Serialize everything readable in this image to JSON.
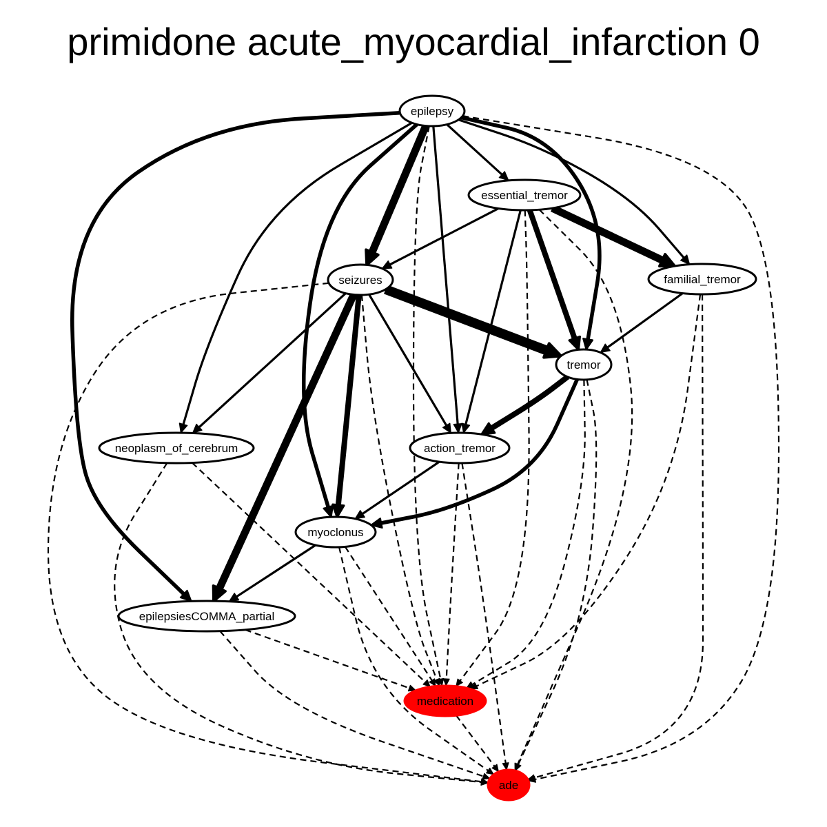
{
  "title": "primidone acute_myocardial_infarction 0",
  "colors": {
    "highlight_fill": "#ff0000",
    "node_fill": "#ffffff",
    "stroke": "#000000"
  },
  "nodes": [
    {
      "id": "epilepsy",
      "label": "epilepsy",
      "highlight": false
    },
    {
      "id": "essential_tremor",
      "label": "essential_tremor",
      "highlight": false
    },
    {
      "id": "seizures",
      "label": "seizures",
      "highlight": false
    },
    {
      "id": "familial_tremor",
      "label": "familial_tremor",
      "highlight": false
    },
    {
      "id": "tremor",
      "label": "tremor",
      "highlight": false
    },
    {
      "id": "neoplasm_of_cerebrum",
      "label": "neoplasm_of_cerebrum",
      "highlight": false
    },
    {
      "id": "action_tremor",
      "label": "action_tremor",
      "highlight": false
    },
    {
      "id": "myoclonus",
      "label": "myoclonus",
      "highlight": false
    },
    {
      "id": "epilepsiesCOMMA_partial",
      "label": "epilepsiesCOMMA_partial",
      "highlight": false
    },
    {
      "id": "medication",
      "label": "medication",
      "highlight": true
    },
    {
      "id": "ade",
      "label": "ade",
      "highlight": true
    }
  ],
  "edges": [
    {
      "from": "epilepsy",
      "to": "essential_tremor",
      "style": "solid",
      "weight": 1
    },
    {
      "from": "epilepsy",
      "to": "seizures",
      "style": "solid",
      "weight": 4
    },
    {
      "from": "epilepsy",
      "to": "familial_tremor",
      "style": "solid",
      "weight": 1
    },
    {
      "from": "epilepsy",
      "to": "tremor",
      "style": "solid",
      "weight": 2
    },
    {
      "from": "epilepsy",
      "to": "neoplasm_of_cerebrum",
      "style": "solid",
      "weight": 1
    },
    {
      "from": "epilepsy",
      "to": "action_tremor",
      "style": "solid",
      "weight": 1
    },
    {
      "from": "epilepsy",
      "to": "myoclonus",
      "style": "solid",
      "weight": 2
    },
    {
      "from": "epilepsy",
      "to": "epilepsiesCOMMA_partial",
      "style": "solid",
      "weight": 2
    },
    {
      "from": "epilepsy",
      "to": "medication",
      "style": "dashed",
      "weight": 1
    },
    {
      "from": "epilepsy",
      "to": "ade",
      "style": "dashed",
      "weight": 1
    },
    {
      "from": "essential_tremor",
      "to": "seizures",
      "style": "solid",
      "weight": 1
    },
    {
      "from": "essential_tremor",
      "to": "familial_tremor",
      "style": "solid",
      "weight": 4
    },
    {
      "from": "essential_tremor",
      "to": "tremor",
      "style": "solid",
      "weight": 3
    },
    {
      "from": "essential_tremor",
      "to": "action_tremor",
      "style": "solid",
      "weight": 1
    },
    {
      "from": "essential_tremor",
      "to": "medication",
      "style": "dashed",
      "weight": 1
    },
    {
      "from": "essential_tremor",
      "to": "ade",
      "style": "dashed",
      "weight": 1
    },
    {
      "from": "seizures",
      "to": "tremor",
      "style": "solid",
      "weight": 5
    },
    {
      "from": "seizures",
      "to": "neoplasm_of_cerebrum",
      "style": "solid",
      "weight": 1
    },
    {
      "from": "seizures",
      "to": "action_tremor",
      "style": "solid",
      "weight": 1
    },
    {
      "from": "seizures",
      "to": "myoclonus",
      "style": "solid",
      "weight": 3
    },
    {
      "from": "seizures",
      "to": "epilepsiesCOMMA_partial",
      "style": "solid",
      "weight": 4
    },
    {
      "from": "seizures",
      "to": "medication",
      "style": "dashed",
      "weight": 1
    },
    {
      "from": "seizures",
      "to": "ade",
      "style": "dashed",
      "weight": 1
    },
    {
      "from": "familial_tremor",
      "to": "tremor",
      "style": "solid",
      "weight": 1
    },
    {
      "from": "familial_tremor",
      "to": "medication",
      "style": "dashed",
      "weight": 1
    },
    {
      "from": "familial_tremor",
      "to": "ade",
      "style": "dashed",
      "weight": 1
    },
    {
      "from": "tremor",
      "to": "action_tremor",
      "style": "solid",
      "weight": 3
    },
    {
      "from": "tremor",
      "to": "myoclonus",
      "style": "solid",
      "weight": 2
    },
    {
      "from": "tremor",
      "to": "medication",
      "style": "dashed",
      "weight": 1
    },
    {
      "from": "tremor",
      "to": "ade",
      "style": "dashed",
      "weight": 1
    },
    {
      "from": "neoplasm_of_cerebrum",
      "to": "medication",
      "style": "dashed",
      "weight": 1
    },
    {
      "from": "neoplasm_of_cerebrum",
      "to": "ade",
      "style": "dashed",
      "weight": 1
    },
    {
      "from": "action_tremor",
      "to": "myoclonus",
      "style": "solid",
      "weight": 1
    },
    {
      "from": "action_tremor",
      "to": "medication",
      "style": "dashed",
      "weight": 1
    },
    {
      "from": "action_tremor",
      "to": "ade",
      "style": "dashed",
      "weight": 1
    },
    {
      "from": "myoclonus",
      "to": "epilepsiesCOMMA_partial",
      "style": "solid",
      "weight": 1
    },
    {
      "from": "myoclonus",
      "to": "medication",
      "style": "dashed",
      "weight": 1
    },
    {
      "from": "myoclonus",
      "to": "ade",
      "style": "dashed",
      "weight": 1
    },
    {
      "from": "epilepsiesCOMMA_partial",
      "to": "medication",
      "style": "dashed",
      "weight": 1
    },
    {
      "from": "epilepsiesCOMMA_partial",
      "to": "ade",
      "style": "dashed",
      "weight": 1
    },
    {
      "from": "medication",
      "to": "ade",
      "style": "dashed",
      "weight": 1
    }
  ]
}
